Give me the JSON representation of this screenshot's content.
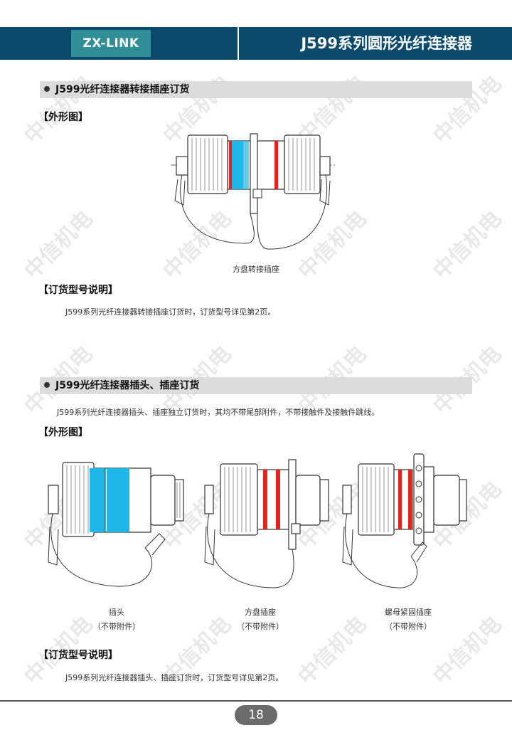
{
  "header": {
    "brand": "ZX-LINK",
    "title": "J599系列圆形光纤连接器"
  },
  "watermark": "中信机电",
  "section1": {
    "title": "J599光纤连接器转接插座订货",
    "outline_heading": "【外形图】",
    "figure_caption": "方盘转接插座",
    "order_heading": "【订货型号说明】",
    "order_text": "J599系列光纤连接器转接插座订货时，订货型号详见第2页。"
  },
  "section2": {
    "title": "J599光纤连接器插头、插座订货",
    "intro": "J599系列光纤连接器插头、插座独立订货时，其均不带尾部附件，不带接触件及接触件跳线。",
    "outline_heading": "【外形图】",
    "figures": [
      {
        "name": "插头",
        "note": "（不带附件）"
      },
      {
        "name": "方盘插座",
        "note": "（不带附件）"
      },
      {
        "name": "螺母紧固插座",
        "note": "（不带附件）"
      }
    ],
    "order_heading": "【订货型号说明】",
    "order_text": "J599系列光纤连接器插头、插座订货时，订货型号详见第2页。"
  },
  "footer": {
    "page_number": "18"
  },
  "colors": {
    "header_bg": "#0b4a6b",
    "brand_bg": "#2f8e96",
    "highlight_blue": "#1fb6e8",
    "highlight_red": "#e52222"
  }
}
